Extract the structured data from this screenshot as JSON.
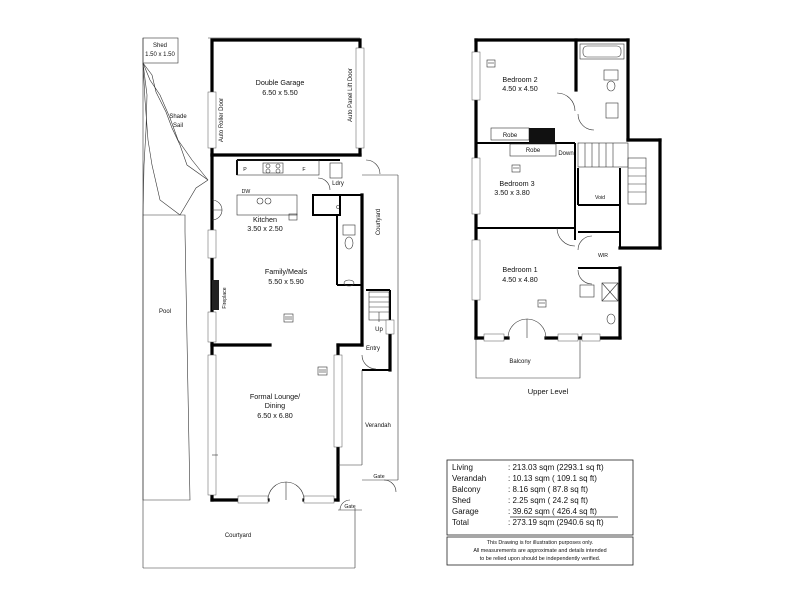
{
  "ground": {
    "shed": "Shed",
    "shed_dim": "1.50 x 1.50",
    "shade": "Shade",
    "sail": "Sail",
    "double_garage": "Double Garage",
    "double_garage_dim": "6.50 x 5.50",
    "auto_roller_door": "Auto Roller Door",
    "auto_panel_lift_door": "Auto Panel Lift Door",
    "p": "P",
    "f": "F",
    "dw": "DW",
    "ldry": "Ldry",
    "c": "C",
    "kitchen": "Kitchen",
    "kitchen_dim": "3.50 x 2.50",
    "courtyard_side": "Courtyard",
    "family_meals": "Family/Meals",
    "family_meals_dim": "5.50 x 5.90",
    "fireplace": "Fireplace",
    "pool": "Pool",
    "up": "Up",
    "entry": "Entry",
    "formal_lounge_1": "Formal Lounge/",
    "formal_lounge_2": "Dining",
    "formal_lounge_dim": "6.50 x 6.80",
    "verandah": "Verandah",
    "gate1": "Gate",
    "gate2": "Gate",
    "courtyard_bottom": "Courtyard"
  },
  "upper": {
    "bedroom2": "Bedroom 2",
    "bedroom2_dim": "4.50 x 4.50",
    "robe1": "Robe",
    "robe2": "Robe",
    "down": "Down",
    "bedroom3": "Bedroom 3",
    "bedroom3_dim": "3.50 x 3.80",
    "void": "Void",
    "wir": "WIR",
    "bedroom1": "Bedroom 1",
    "bedroom1_dim": "4.50 x 4.80",
    "balcony": "Balcony",
    "level_title": "Upper Level"
  },
  "areas": [
    {
      "label": "Living",
      "value": ": 213.03 sqm (2293.1 sq ft)"
    },
    {
      "label": "Verandah",
      "value": ":   10.13 sqm (  109.1 sq ft)"
    },
    {
      "label": "Balcony",
      "value": ":     8.16 sqm (    87.8 sq ft)"
    },
    {
      "label": "Shed",
      "value": ":     2.25 sqm (    24.2 sq ft)"
    },
    {
      "label": "Garage",
      "value": ":   39.62 sqm (  426.4 sq ft)"
    },
    {
      "label": "Total",
      "value": ": 273.19 sqm (2940.6 sq ft)"
    }
  ],
  "disclaimer": {
    "line1": "This Drawing is for illustration purposes only.",
    "line2": "All measurements are approximate and details intended",
    "line3": "to be relied upon should be independently verified."
  }
}
